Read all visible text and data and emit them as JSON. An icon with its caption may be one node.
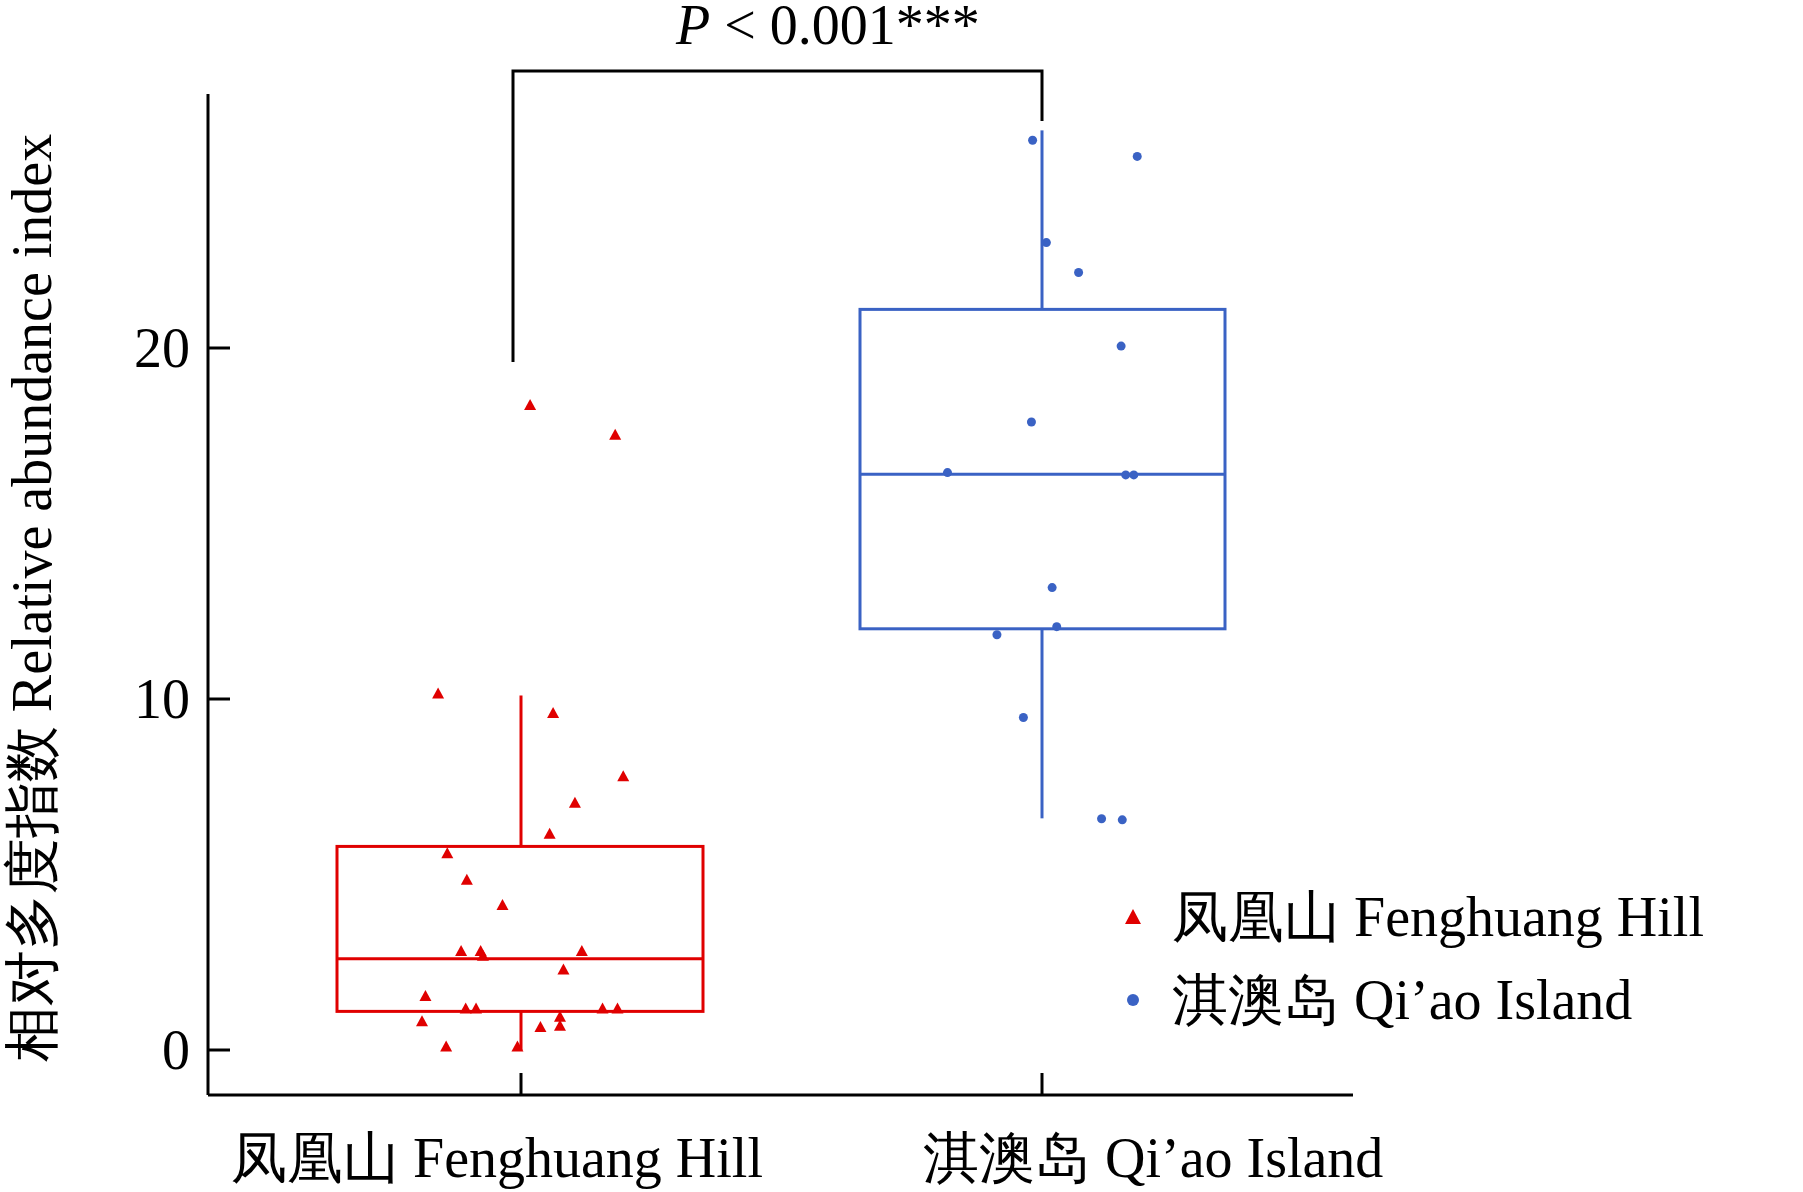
{
  "diagram": {
    "labels": [
      "*P* < 0.001***",
      "相对多度指数 Relative abundance index",
      "20",
      "10",
      "0",
      "凤凰山 Fenghuang Hill",
      "淇澳岛 Qi’ao Island"
    ],
    "legend": [
      {
        "text": "凤凰山 Fenghuang Hill"
      },
      {
        "text": "淇澳岛 Qi’ao Island"
      }
    ]
  }
}
